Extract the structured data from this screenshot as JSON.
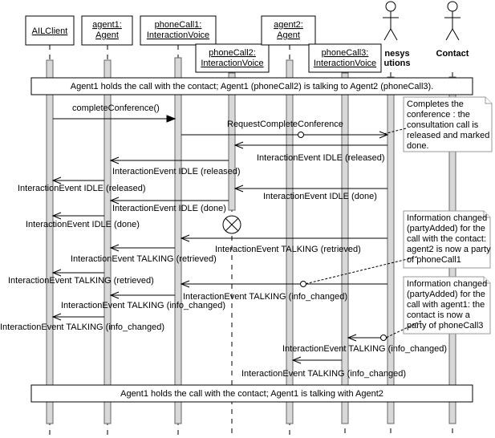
{
  "participants": [
    {
      "id": "aiclient",
      "label": [
        "AILClient"
      ],
      "kind": "object"
    },
    {
      "id": "agent1",
      "label": [
        "agent1:",
        "Agent"
      ],
      "kind": "object"
    },
    {
      "id": "phonecall1",
      "label": [
        "phoneCall1:",
        "InteractionVoice"
      ],
      "kind": "object"
    },
    {
      "id": "phonecall2",
      "label": [
        "phoneCall2:",
        "InteractionVoice"
      ],
      "kind": "object"
    },
    {
      "id": "agent2",
      "label": [
        "agent2:",
        "Agent"
      ],
      "kind": "object"
    },
    {
      "id": "phonecall3",
      "label": [
        "phoneCall3:",
        "InteractionVoice"
      ],
      "kind": "object"
    },
    {
      "id": "genesys",
      "label": [
        "nesys",
        "utions"
      ],
      "kind": "actor"
    },
    {
      "id": "contact",
      "label": [
        "Contact"
      ],
      "kind": "actor"
    }
  ],
  "banners": {
    "top": "Agent1 holds the call with the contact; Agent1 (phoneCall2) is talking to Agent2 (phoneCall3).",
    "bottom": "Agent1 holds the call with the contact; Agent1 is talking with Agent2"
  },
  "messages": [
    "completeConference()",
    "RequestCompleteConference",
    "InteractionEvent IDLE (released)",
    "InteractionEvent IDLE (released)",
    "InteractionEvent IDLE (released)",
    "InteractionEvent IDLE (done)",
    "InteractionEvent IDLE (done)",
    "InteractionEvent IDLE (done)",
    "InteractionEvent TALKING (retrieved)",
    "InteractionEvent TALKING (retrieved)",
    "InteractionEvent TALKING (retrieved)",
    "InteractionEvent TALKING (info_changed)",
    "InteractionEvent TALKING (info_changed)",
    "InteractionEvent TALKING (info_changed)",
    "InteractionEvent TALKING (info_changed)",
    "InteractionEvent TALKING (info_changed)"
  ],
  "notes": [
    [
      "Completes the",
      "conference : the",
      "consultation call is",
      "released and marked",
      "done."
    ],
    [
      "Information changed",
      "(partyAdded) for the",
      "call with the contact:",
      "agent2 is now a party",
      "of phoneCall1"
    ],
    [
      "Information changed",
      "(partyAdded) for the",
      "call with agent1: the",
      "contact is now a",
      "party of phoneCall3"
    ]
  ]
}
